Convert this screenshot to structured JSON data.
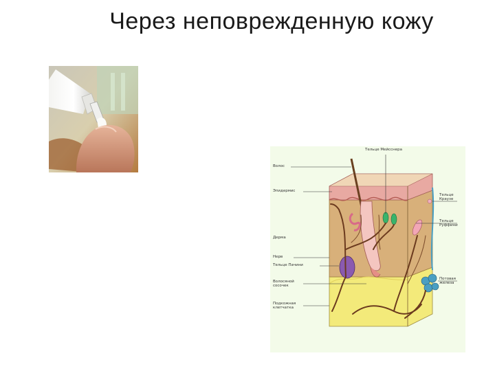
{
  "slide": {
    "title": "Через неповрежденную кожу"
  },
  "diagram": {
    "labels": {
      "meissner": "Тельце Мейсснера",
      "hair": "Волос",
      "epidermis": "Эпидермис",
      "krause": "Тельце Краузе",
      "ruffini": "Тельце Руффини",
      "dermis": "Дерма",
      "nerve": "Нерв",
      "pacini": "Тельце Пачини",
      "papilla": "Волосяной сосочек",
      "sweat_gland": "Потовая железа",
      "subcutis": "Подкожная клетчатка"
    }
  },
  "colors": {
    "epidermis": "#e8a9a2",
    "dermis": "#d8b07a",
    "subcutis": "#f3ea7a",
    "nerve": "#6b3a1e",
    "pacini": "#8a5ab0",
    "sweat_gland": "#4a9fc2",
    "meissner": "#39b46b"
  }
}
